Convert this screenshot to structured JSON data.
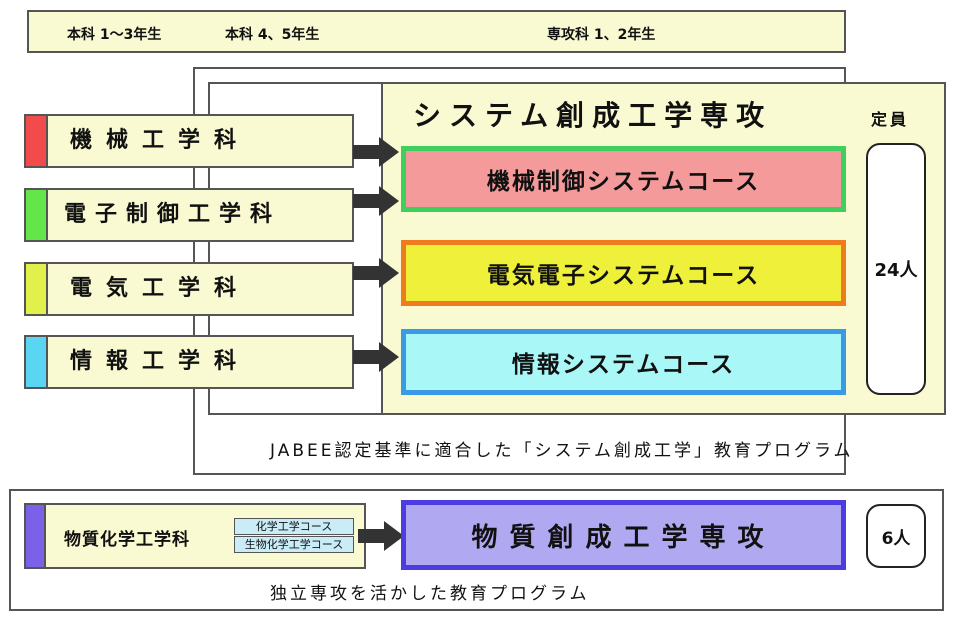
{
  "header": {
    "honka_1_3": "本科 1～3年生",
    "honka_4_5": "本科 4、5年生",
    "senkoka": "専攻科 1、2年生"
  },
  "main_program": {
    "title": "システム創成工学専攻",
    "capacity_label": "定員",
    "capacity": "24人",
    "footer": "JABEE認定基準に適合した「システム創成工学」教育プログラム",
    "departments": [
      {
        "label": "機械工学科",
        "color": "#f24b4b"
      },
      {
        "label": "電子制御工学科",
        "color": "#64e64b"
      },
      {
        "label": "電気工学科",
        "color": "#e1f04b"
      },
      {
        "label": "情報工学科",
        "color": "#5bd6f2"
      }
    ],
    "courses": [
      {
        "label": "機械制御システムコース",
        "fill": "#f59a9a",
        "border": "#3fcf5c"
      },
      {
        "label": "電気電子システムコース",
        "fill": "#eef03a",
        "border": "#f07a1e"
      },
      {
        "label": "情報システムコース",
        "fill": "#a9f7f7",
        "border": "#3b9ae6"
      }
    ]
  },
  "materials_program": {
    "department": {
      "label": "物質化学工学科",
      "color": "#7b61e8"
    },
    "sub_courses": [
      "化学工学コース",
      "生物化学工学コース"
    ],
    "title": "物質創成工学専攻",
    "title_fill": "#b0a8f0",
    "title_border": "#4d3de0",
    "capacity": "6人",
    "footer": "独立専攻を活かした教育プログラム"
  }
}
